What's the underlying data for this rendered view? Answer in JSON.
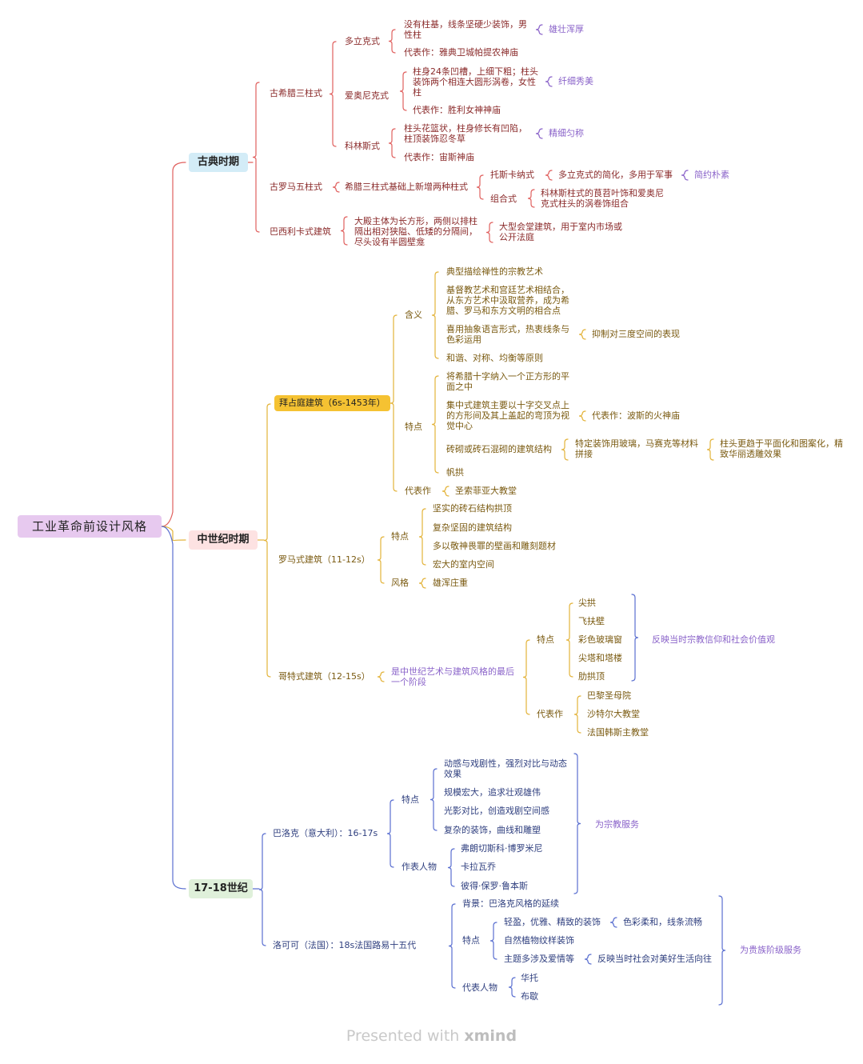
{
  "colors": {
    "red": "#e0605e",
    "gold": "#e3b33a",
    "blue": "#5a6fd0",
    "purple": "#8a63c9",
    "root_bg": "#e7c9ef",
    "classical_bg": "#d3ecf7",
    "medieval_bg": "#fde2e2",
    "byzantine_bg": "#f5c232",
    "baroque_era_bg": "#dff0da"
  },
  "root": "工业革命前设计风格",
  "classical": {
    "title": "古典时期",
    "greek": "古希腊三柱式",
    "doric": "多立克式",
    "doric_desc": "没有柱基，线条坚硬少装饰，男\n性柱",
    "doric_trait": "雄壮浑厚",
    "doric_rep": "代表作：雅典卫城帕提农神庙",
    "ionic": "爱奥尼克式",
    "ionic_desc": "柱身24条凹槽，上细下粗；柱头\n装饰两个相连大圆形涡卷，女性\n柱",
    "ionic_trait": "纤细秀美",
    "ionic_rep": "代表作：胜利女神神庙",
    "corinth": "科林斯式",
    "corinth_desc": "柱头花篮状，柱身修长有凹陷，\n柱顶装饰忍冬草",
    "corinth_trait": "精细匀称",
    "corinth_rep": "代表作：宙斯神庙",
    "roman": "古罗马五柱式",
    "roman_desc": "希腊三柱式基础上新增两种柱式",
    "tuscan": "托斯卡纳式",
    "tuscan_desc": "多立克式的简化，多用于军事",
    "tuscan_trait": "简约朴素",
    "composite": "组合式",
    "composite_desc": "科林斯柱式的茛苕叶饰和爱奥尼\n克式柱头的涡卷饰组合",
    "basilica": "巴西利卡式建筑",
    "basilica_desc": "大殿主体为长方形，两侧以排柱\n隔出相对狭隘、低矮的分隔间，\n尽头设有半圆壁龛",
    "basilica_use": "大型会堂建筑，用于室内市场或\n公开法庭"
  },
  "medieval": {
    "title": "中世纪时期",
    "byzantine": "拜占庭建筑（6s-1453年）",
    "meaning": "含义",
    "meaning_items": [
      "典型描绘禅性的宗教艺术",
      "基督教艺术和宫廷艺术相结合，\n从东方艺术中汲取营养，成为希\n腊、罗马和东方文明的相合点",
      "喜用抽象语言形式，热衷线条与\n色彩运用",
      "和谐、对称、均衡等原则"
    ],
    "meaning_note": "抑制对三度空间的表现",
    "features": "特点",
    "feature_items": [
      "将希腊十字纳入一个正方形的平\n面之中",
      "集中式建筑主要以十字交叉点上\n的方形间及其上盖起的弯顶为视\n觉中心",
      "砖砌或砖石混砌的建筑结构",
      "帆拱"
    ],
    "feature_rep": "代表作：波斯的火神庙",
    "feature_material": "特定装饰用玻璃，马赛克等材料\n拼接",
    "feature_effect": "柱头更趋于平面化和图案化，精\n致华丽透雕效果",
    "rep_label": "代表作",
    "rep_value": "圣索菲亚大教堂",
    "romanesque": "罗马式建筑（11-12s）",
    "rom_features": "特点",
    "rom_items": [
      "坚实的砖石结构拱顶",
      "复杂坚固的建筑结构",
      "多以敬神畏罪的壁画和雕刻题材",
      "宏大的室内空间"
    ],
    "rom_style": "风格",
    "rom_style_value": "雄浑庄重",
    "gothic": "哥特式建筑（12-15s）",
    "gothic_desc": "是中世纪艺术与建筑风格的最后\n一个阶段",
    "gothic_features": "特点",
    "gothic_items": [
      "尖拱",
      "飞扶壁",
      "彩色玻璃窗",
      "尖塔和塔楼",
      "肋拱顶"
    ],
    "gothic_summary": "反映当时宗教信仰和社会价值观",
    "gothic_rep": "代表作",
    "gothic_rep_items": [
      "巴黎圣母院",
      "沙特尔大教堂",
      "法国韩斯主教堂"
    ]
  },
  "modern": {
    "title": "17-18世纪",
    "baroque": "巴洛克（意大利）：16-17s",
    "baroque_features": "特点",
    "baroque_items": [
      "动感与戏剧性，强烈对比与动态\n效果",
      "规模宏大，追求壮观雄伟",
      "光影对比，创造戏剧空间感",
      "复杂的装饰，曲线和雕塑"
    ],
    "baroque_people": "作表人物",
    "baroque_people_items": [
      "弗朗切斯科·博罗米尼",
      "卡拉瓦乔",
      "彼得·保罗·鲁本斯"
    ],
    "baroque_summary": "为宗教服务",
    "rococo": "洛可可（法国）：18s法国路易十五代",
    "rococo_bg": "背景：巴洛克风格的延续",
    "rococo_features": "特点",
    "rococo_items": [
      "轻盈，优雅、精致的装饰",
      "自然植物纹样装饰",
      "主题多涉及爱情等"
    ],
    "rococo_color": "色彩柔和，线条流畅",
    "rococo_reflect": "反映当时社会对美好生活向往",
    "rococo_people": "代表人物",
    "rococo_people_items": [
      "华托",
      "布歇"
    ],
    "rococo_summary": "为贵族阶级服务"
  },
  "watermark": {
    "prefix": "Presented with ",
    "brand": "xmind"
  }
}
